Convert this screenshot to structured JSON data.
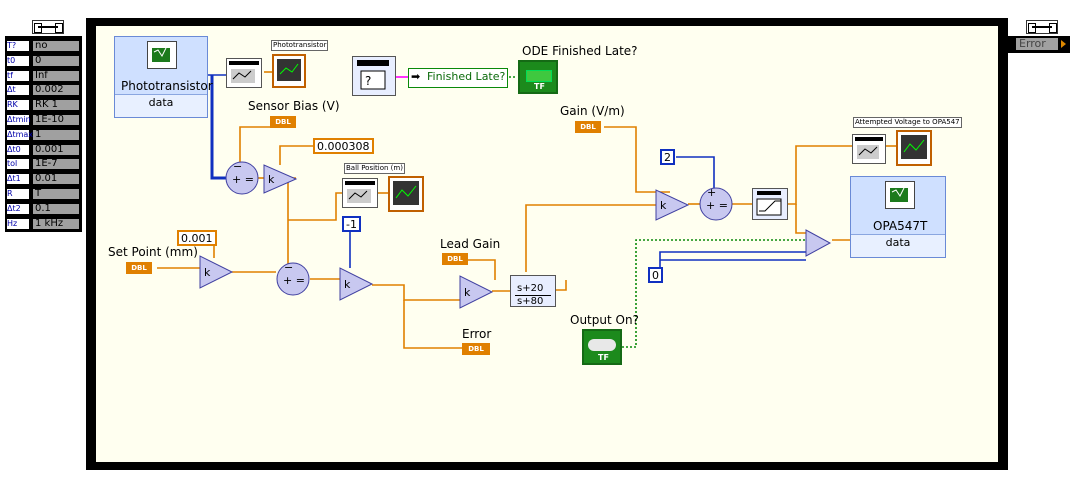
{
  "left_params": [
    {
      "icon": "T?",
      "value": "no"
    },
    {
      "icon": "t0",
      "value": "0"
    },
    {
      "icon": "tf",
      "value": "Inf"
    },
    {
      "icon": "Δt",
      "value": "0.002"
    },
    {
      "icon": "RK",
      "value": "RK 1"
    },
    {
      "icon": "Δtmin",
      "value": "1E-10"
    },
    {
      "icon": "Δtmax",
      "value": "1"
    },
    {
      "icon": "Δt0",
      "value": "0.001"
    },
    {
      "icon": "tol",
      "value": "1E-7"
    },
    {
      "icon": "Δt1",
      "value": "0.01"
    },
    {
      "icon": "R",
      "value": "T"
    },
    {
      "icon": "Δt2",
      "value": "0.1"
    },
    {
      "icon": "Hz",
      "value": "1 kHz"
    }
  ],
  "right_output": {
    "value": "Error"
  },
  "blocks": {
    "phototransistor": {
      "title": "Phototransistor",
      "port": "data"
    },
    "opa": {
      "title": "OPA547T",
      "port": "data"
    }
  },
  "tiny_labels": {
    "phototransistor_graph": "Phototransistor",
    "ball_position": "Ball Position (m)",
    "attempted_voltage": "Attempted Voltage to OPA547"
  },
  "labels": {
    "ode_finished": "ODE Finished Late?",
    "finished_late": "Finished Late?",
    "sensor_bias": "Sensor Bias (V)",
    "gain": "Gain (V/m)",
    "set_point": "Set Point (mm)",
    "lead_gain": "Lead Gain",
    "error": "Error",
    "output_on": "Output On?"
  },
  "constants": {
    "c_0000308": "0.000308",
    "c_0001": "0.001",
    "c_neg1": "-1",
    "c_2": "2",
    "c_0": "0"
  },
  "terminal_text": {
    "dbl": "DBL",
    "tf": "TF"
  },
  "transfer_fn": {
    "numerator": "s+20",
    "denominator": "s+80"
  },
  "colors": {
    "wire_orange": "#e08000",
    "wire_blue": "#1030c0",
    "wire_green": "#0a8a0a",
    "wire_pink": "#ff00ff"
  }
}
